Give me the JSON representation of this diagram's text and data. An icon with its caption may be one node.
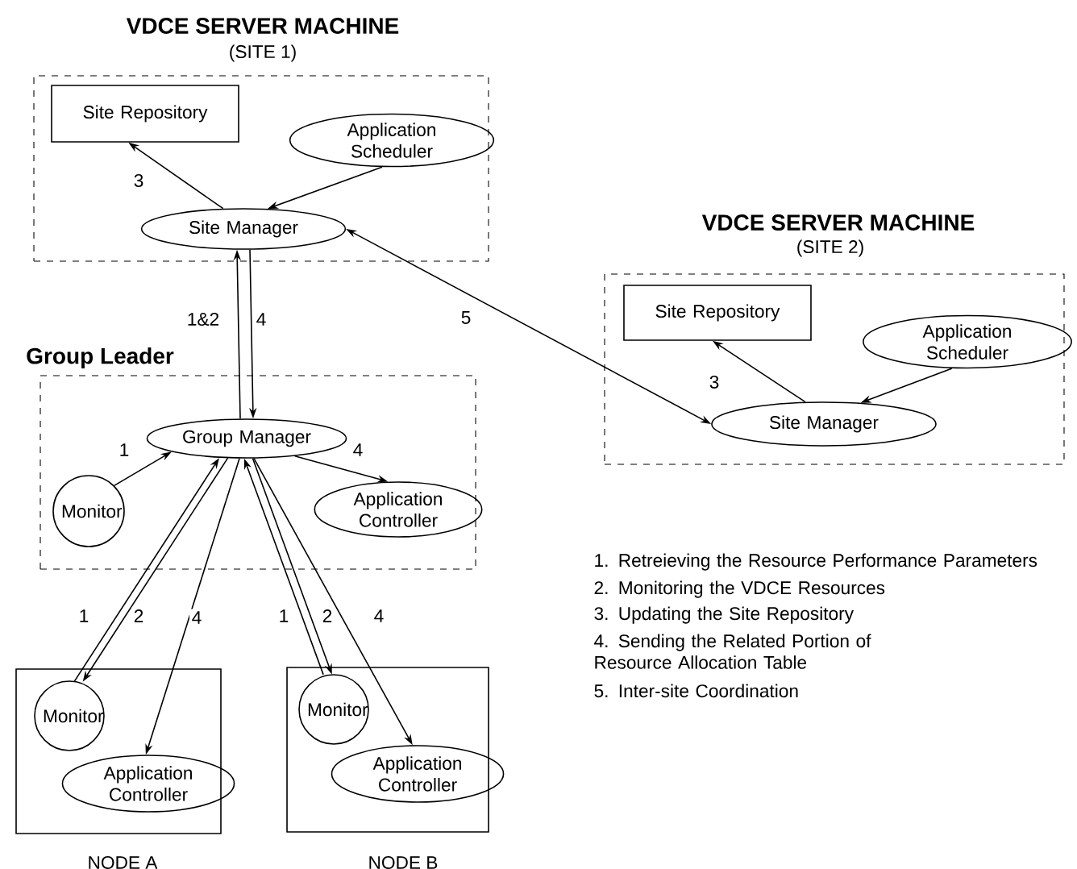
{
  "diagram": {
    "nodes": [
      {
        "text": [
          "VDCE SERVER MACHINE",
          "(SITE 1)"
        ]
      },
      {
        "text": [
          "Site Repository"
        ],
        "in": 0
      },
      {
        "text": [
          "Application Scheduler"
        ],
        "in": 0
      },
      {
        "text": [
          "Site Manager"
        ],
        "in": 0
      },
      {
        "text": [
          "VDCE SERVER MACHINE",
          "(SITE 2)"
        ]
      },
      {
        "text": [
          "Site Repository"
        ],
        "in": 4
      },
      {
        "text": [
          "Application Scheduler"
        ],
        "in": 4
      },
      {
        "text": [
          "Site Manager"
        ],
        "in": 4
      },
      {
        "text": [
          "Group Leader"
        ]
      },
      {
        "text": [
          "Group Manager"
        ],
        "in": 8
      },
      {
        "text": [
          "Monitor"
        ],
        "in": 8
      },
      {
        "text": [
          "Application Controller"
        ],
        "in": 8
      },
      {
        "text": [
          "NODE A"
        ]
      },
      {
        "text": [
          "Monitor"
        ],
        "in": 12
      },
      {
        "text": [
          "Application Controller"
        ],
        "in": 12
      },
      {
        "text": [
          "NODE B"
        ]
      },
      {
        "text": [
          "Monitor"
        ],
        "in": 15
      },
      {
        "text": [
          "Application Controller"
        ],
        "in": 15
      }
    ],
    "edges": [
      {
        "from": 3,
        "to": 1,
        "arrow": "to",
        "label": "3"
      },
      {
        "from": 2,
        "to": 3,
        "arrow": "to"
      },
      {
        "from": 7,
        "to": 3,
        "arrow": "both",
        "label": "5"
      },
      {
        "from": 9,
        "to": 3,
        "arrow": "to",
        "label": "1&2"
      },
      {
        "from": 3,
        "to": 9,
        "arrow": "to",
        "label": "4"
      },
      {
        "from": 7,
        "to": 5,
        "arrow": "to",
        "label": "3"
      },
      {
        "from": 6,
        "to": 7,
        "arrow": "to"
      },
      {
        "from": 10,
        "to": 9,
        "arrow": "to",
        "label": "1"
      },
      {
        "from": 9,
        "to": 11,
        "arrow": "to",
        "label": "4"
      },
      {
        "from": 13,
        "to": 9,
        "arrow": "to",
        "label": "1"
      },
      {
        "from": 9,
        "to": 13,
        "arrow": "to",
        "label": "2"
      },
      {
        "from": 9,
        "to": 14,
        "arrow": "to",
        "label": "4"
      },
      {
        "from": 16,
        "to": 9,
        "arrow": "to",
        "label": "1"
      },
      {
        "from": 9,
        "to": 16,
        "arrow": "to",
        "label": "2"
      },
      {
        "from": 9,
        "to": 17,
        "arrow": "to",
        "label": "4"
      }
    ],
    "labels": [
      "1. Retreieving the Resource Performance Parameters",
      "2. Monitoring the VDCE Resources",
      "3. Updating the Site Repository",
      "4. Sending the Related Portion of Resource Allocation Table",
      "5. Inter-site Coordination"
    ]
  }
}
